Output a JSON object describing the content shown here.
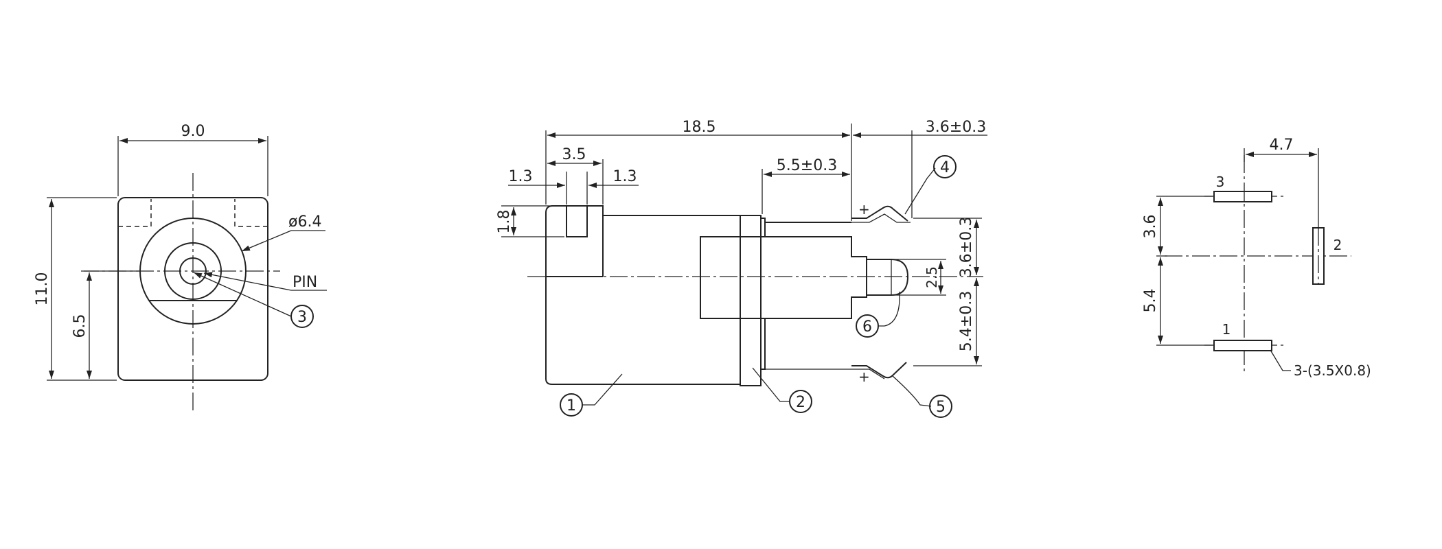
{
  "front_view": {
    "dim_width": "9.0",
    "dim_height": "11.0",
    "dim_center_height": "6.5",
    "dim_diameter": "ø6.4",
    "label_pin": "PIN",
    "callout_3": "3"
  },
  "side_view": {
    "dim_length": "18.5",
    "dim_front_section": "3.5",
    "dim_left_offset": "1.3",
    "dim_right_offset": "1.3",
    "dim_top_height": "1.8",
    "dim_rear_section": "5.5±0.3",
    "dim_terminal_extension": "3.6±0.3",
    "dim_upper_terminal": "3.6±0.3",
    "dim_lower_terminal": "5.4±0.3",
    "dim_pin_height": "2.5",
    "plus_upper": "+",
    "plus_lower": "+",
    "callouts": [
      "1",
      "2",
      "4",
      "5",
      "6"
    ]
  },
  "footprint_view": {
    "dim_horizontal": "4.7",
    "dim_upper": "3.6",
    "dim_lower": "5.4",
    "pad_label_1": "1",
    "pad_label_2": "2",
    "pad_label_3": "3",
    "pad_note": "3-(3.5X0.8)"
  }
}
